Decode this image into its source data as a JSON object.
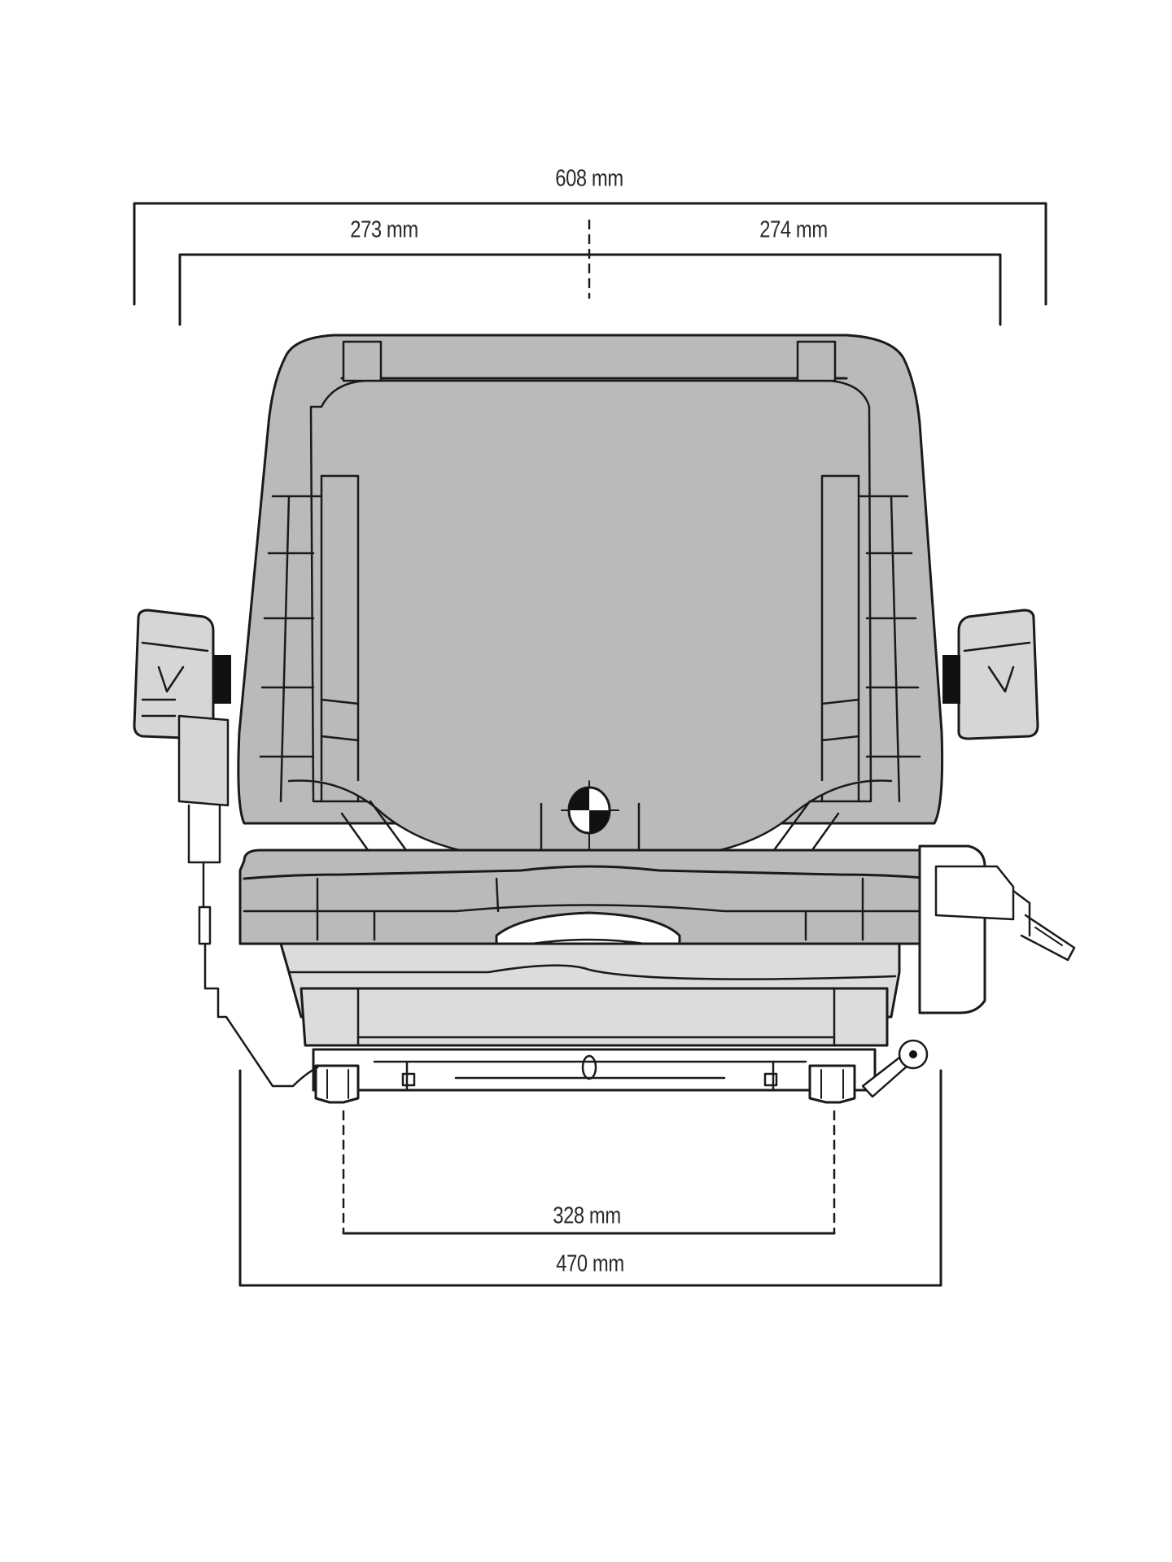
{
  "drawing": {
    "subject": "Seat front view technical drawing",
    "colors": {
      "background": "#ffffff",
      "line": "#1a1a1a",
      "upholstery_fill": "#bababa",
      "base_fill": "#dcdcdc",
      "armrest_fill": "#d6d6d6"
    }
  },
  "dimensions": {
    "overall_width": {
      "label": "608 mm",
      "value": 608,
      "unit": "mm"
    },
    "left_half_width": {
      "label": "273 mm",
      "value": 273,
      "unit": "mm"
    },
    "right_half_width": {
      "label": "274 mm",
      "value": 274,
      "unit": "mm"
    },
    "rail_spacing": {
      "label": "328 mm",
      "value": 328,
      "unit": "mm"
    },
    "base_width": {
      "label": "470 mm",
      "value": 470,
      "unit": "mm"
    }
  }
}
